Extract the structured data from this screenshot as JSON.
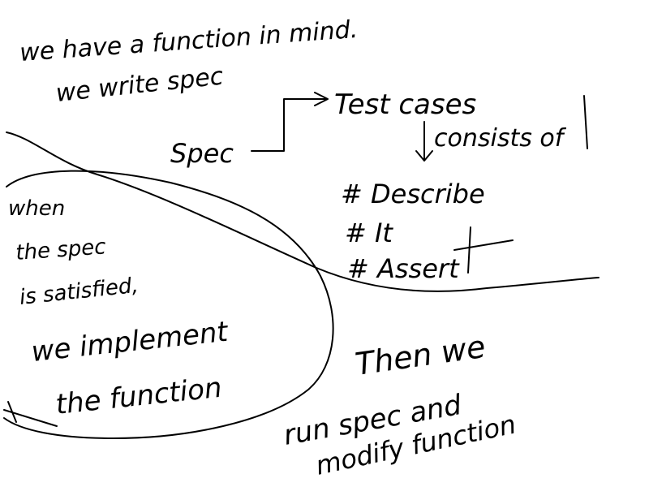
{
  "canvas": {
    "background": "#ffffff",
    "ink_color": "#000000"
  },
  "notes": {
    "line1": "we have a function in mind.",
    "line2": "we write spec",
    "spec": "Spec",
    "test_cases": "Test cases",
    "consists_of": "consists of",
    "describe": "# Describe",
    "it": "# It",
    "assert": "# Assert",
    "when": "when",
    "the_spec": "the spec",
    "is_satisfied": "is satisfied,",
    "we_implement": "we implement",
    "the_function": "the function",
    "then_we": "Then we",
    "run_spec_and": "run spec and",
    "modify_function": "modify function"
  }
}
